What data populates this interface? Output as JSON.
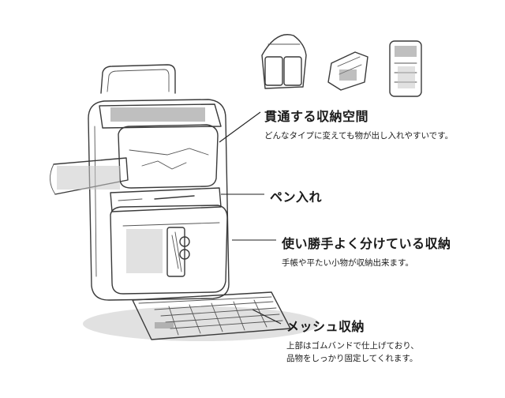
{
  "callouts": {
    "through_storage": {
      "title": "貫通する収納空間",
      "description": "どんなタイプに変えても物が出し入れやすいです。"
    },
    "pen_holder": {
      "title": "ペン入れ"
    },
    "easy_storage": {
      "title": "使い勝手よく分けている収納",
      "description": "手帳や平たい小物が収納出来ます。"
    },
    "mesh_storage": {
      "title": "メッシュ収納",
      "description_line1": "上部はゴムバンドで仕上げており、",
      "description_line2": "品物をしっかり固定してくれます。"
    }
  },
  "colors": {
    "ink": "#3a3a3a",
    "text": "#1a1a1a",
    "background": "#ffffff"
  }
}
